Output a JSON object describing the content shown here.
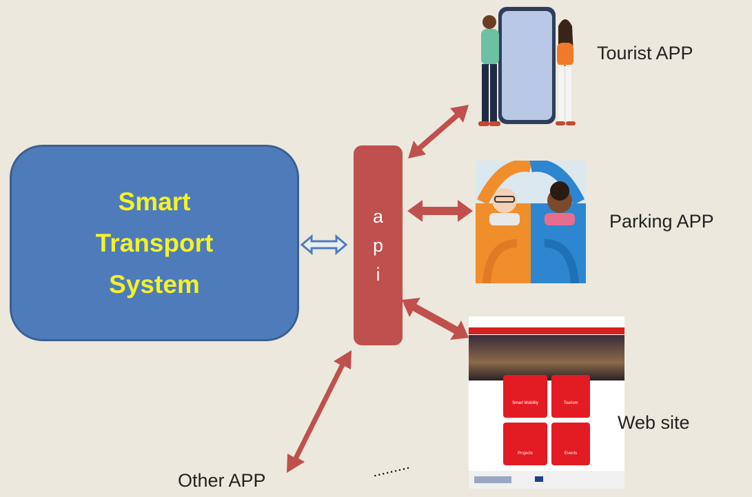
{
  "system": {
    "line1": "Smart",
    "line2": "Transport",
    "line3": "System"
  },
  "api": {
    "letters": [
      "a",
      "p",
      "i"
    ]
  },
  "apps": {
    "tourist": "Tourist APP",
    "parking": "Parking APP",
    "website": "Web site",
    "other": "Other APP"
  },
  "ellipsis": ".........",
  "website_tiles": [
    "Smart Mobility",
    "Tourism",
    "Projects",
    "Events"
  ],
  "colors": {
    "background": "#ece8dd",
    "system_box": "#4e7cba",
    "system_text": "#f4f12a",
    "api_bar": "#c0504d",
    "arrow_red": "#c0504d",
    "arrow_blue": "#4e7cba"
  }
}
